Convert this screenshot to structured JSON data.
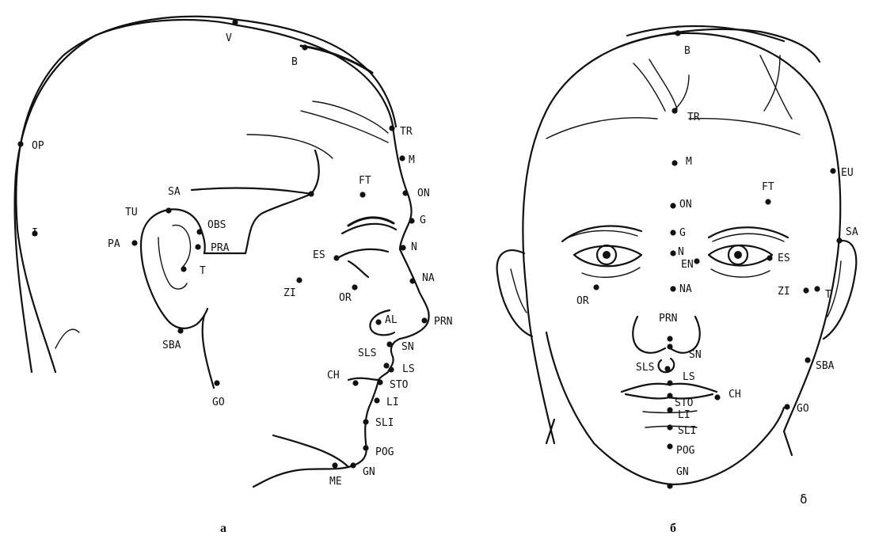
{
  "panels": [
    {
      "caption": "а",
      "landmarks": [
        {
          "label": "V"
        },
        {
          "label": "B"
        },
        {
          "label": "OP"
        },
        {
          "label": "TR"
        },
        {
          "label": "M"
        },
        {
          "label": "FT"
        },
        {
          "label": "ON"
        },
        {
          "label": "SA"
        },
        {
          "label": "TU"
        },
        {
          "label": "OBS"
        },
        {
          "label": "G"
        },
        {
          "label": "I"
        },
        {
          "label": "PA"
        },
        {
          "label": "PRA"
        },
        {
          "label": "ES"
        },
        {
          "label": "N"
        },
        {
          "label": "T"
        },
        {
          "label": "ZI"
        },
        {
          "label": "NA"
        },
        {
          "label": "OR"
        },
        {
          "label": "AL"
        },
        {
          "label": "PRN"
        },
        {
          "label": "SBA"
        },
        {
          "label": "SN"
        },
        {
          "label": "SLS"
        },
        {
          "label": "LS"
        },
        {
          "label": "CH"
        },
        {
          "label": "STO"
        },
        {
          "label": "GO"
        },
        {
          "label": "LI"
        },
        {
          "label": "SLI"
        },
        {
          "label": "POG"
        },
        {
          "label": "ME"
        },
        {
          "label": "GN"
        }
      ]
    },
    {
      "caption": "б",
      "corner_mark": "δ",
      "landmarks": [
        {
          "label": "B"
        },
        {
          "label": "TR"
        },
        {
          "label": "M"
        },
        {
          "label": "EU"
        },
        {
          "label": "FT"
        },
        {
          "label": "ON"
        },
        {
          "label": "SA"
        },
        {
          "label": "G"
        },
        {
          "label": "N"
        },
        {
          "label": "EN"
        },
        {
          "label": "ES"
        },
        {
          "label": "OR"
        },
        {
          "label": "NA"
        },
        {
          "label": "ZI"
        },
        {
          "label": "T"
        },
        {
          "label": "PRN"
        },
        {
          "label": "SN"
        },
        {
          "label": "SBA"
        },
        {
          "label": "SLS"
        },
        {
          "label": "LS"
        },
        {
          "label": "CH"
        },
        {
          "label": "STO"
        },
        {
          "label": "GO"
        },
        {
          "label": "LI"
        },
        {
          "label": "SLI"
        },
        {
          "label": "POG"
        },
        {
          "label": "GN"
        }
      ]
    }
  ]
}
